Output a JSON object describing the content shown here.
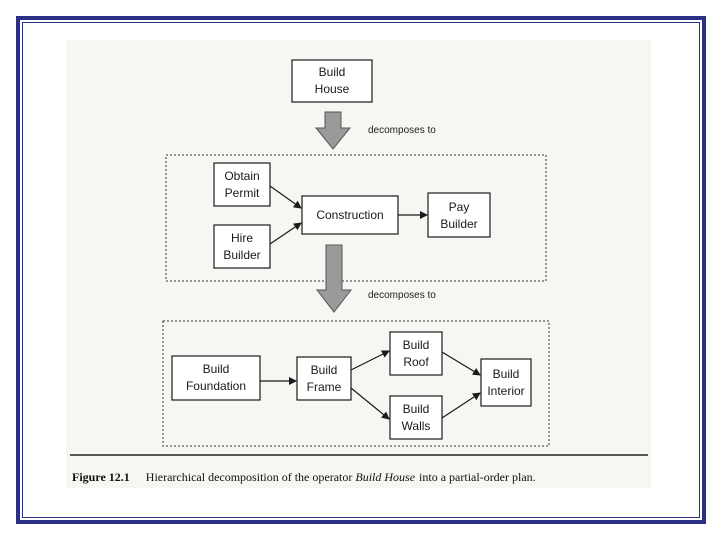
{
  "nodes": {
    "build_house": [
      "Build",
      "House"
    ],
    "obtain_permit": [
      "Obtain",
      "Permit"
    ],
    "hire_builder": [
      "Hire",
      "Builder"
    ],
    "construction": [
      "Construction"
    ],
    "pay_builder": [
      "Pay",
      "Builder"
    ],
    "build_foundation": [
      "Build",
      "Foundation"
    ],
    "build_frame": [
      "Build",
      "Frame"
    ],
    "build_roof": [
      "Build",
      "Roof"
    ],
    "build_walls": [
      "Build",
      "Walls"
    ],
    "build_interior": [
      "Build",
      "Interior"
    ]
  },
  "decompose_label_1": "decomposes to",
  "decompose_label_2": "decomposes to",
  "caption": {
    "figure_label": "Figure 12.1",
    "text_before": "Hierarchical decomposition of the operator ",
    "text_italic": "Build House",
    "text_after": " into a partial-order plan."
  },
  "colors": {
    "frame": "#2b2f86",
    "arrow_fill": "#9a9a9a"
  }
}
